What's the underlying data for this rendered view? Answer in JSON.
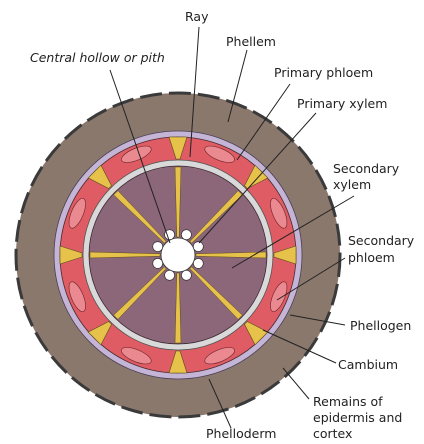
{
  "labels": {
    "ray": "Ray",
    "phellem": "Phellem",
    "pith": "Central hollow or pith",
    "primary_phloem": "Primary phloem",
    "primary_xylem": "Primary xylem",
    "secondary_xylem_1": "Secondary",
    "secondary_xylem_2": "xylem",
    "secondary_phloem_1": "Secondary",
    "secondary_phloem_2": "phloem",
    "phellogen": "Phellogen",
    "cambium": "Cambium",
    "remains_1": "Remains of",
    "remains_2": "epidermis and",
    "remains_3": "cortex",
    "phelloderm": "Phelloderm"
  },
  "colors": {
    "bark": "#8b786d",
    "rim": "#3a3a3a",
    "phelloderm_ring": "#c4b5d6",
    "phloem": "#df5c64",
    "phloem_oval": "#ea8a90",
    "cambium_ring": "#d9d9d9",
    "xylem": "#8c6679",
    "ray": "#e6c24a",
    "pith": "#ffffff",
    "line": "#222222"
  }
}
